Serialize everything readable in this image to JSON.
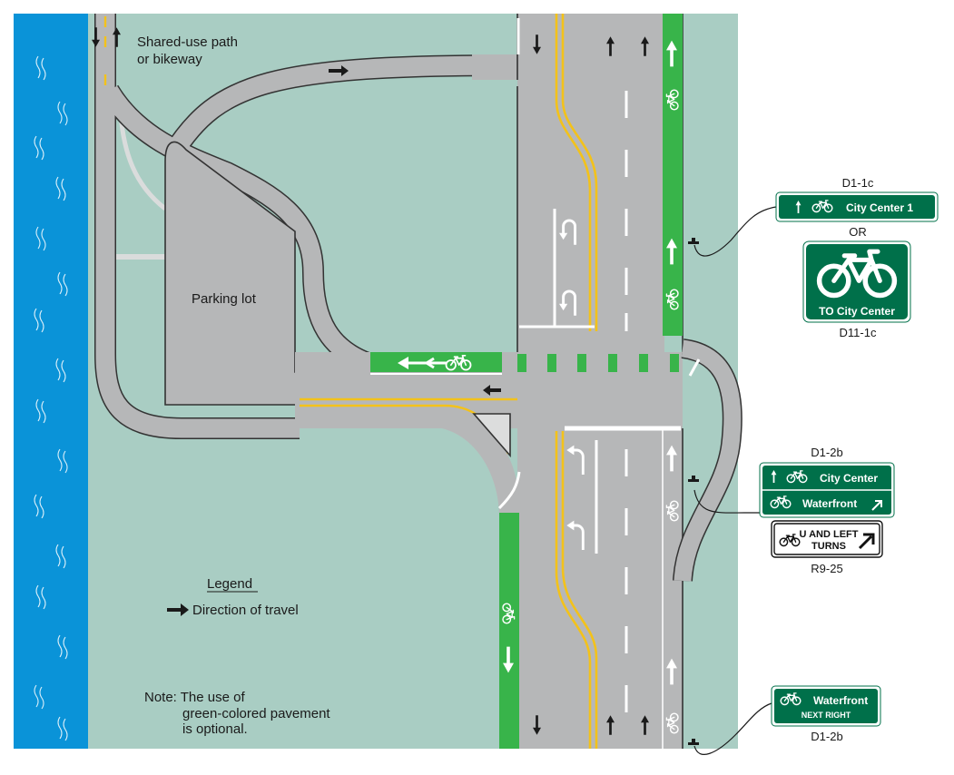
{
  "colors": {
    "water": "#0a93d8",
    "grass": "#a9cdc3",
    "pavement": "#b6b7b8",
    "bike_lane": "#38b44a",
    "yellow": "#f3c21a",
    "sign_green": "#00704a"
  },
  "labels": {
    "shared_use_line1": "Shared-use path",
    "shared_use_line2": "or bikeway",
    "parking_lot": "Parking lot",
    "legend_title": "Legend",
    "legend_item": "Direction of travel",
    "note_line1": "Note: The use of",
    "note_line2": "green-colored pavement",
    "note_line3": "is optional."
  },
  "signs": {
    "d1_1c": {
      "code": "D1-1c",
      "text": "City Center 1"
    },
    "or": "OR",
    "d11_1c": {
      "code": "D11-1c",
      "text": "TO City Center"
    },
    "d1_2b_top": {
      "code": "D1-2b",
      "line1": "City Center",
      "line2": "Waterfront"
    },
    "r9_25": {
      "code": "R9-25",
      "line1": "U AND LEFT",
      "line2": "TURNS"
    },
    "d1_2b_bottom": {
      "code": "D1-2b",
      "line1": "Waterfront",
      "line2": "NEXT RIGHT"
    }
  }
}
